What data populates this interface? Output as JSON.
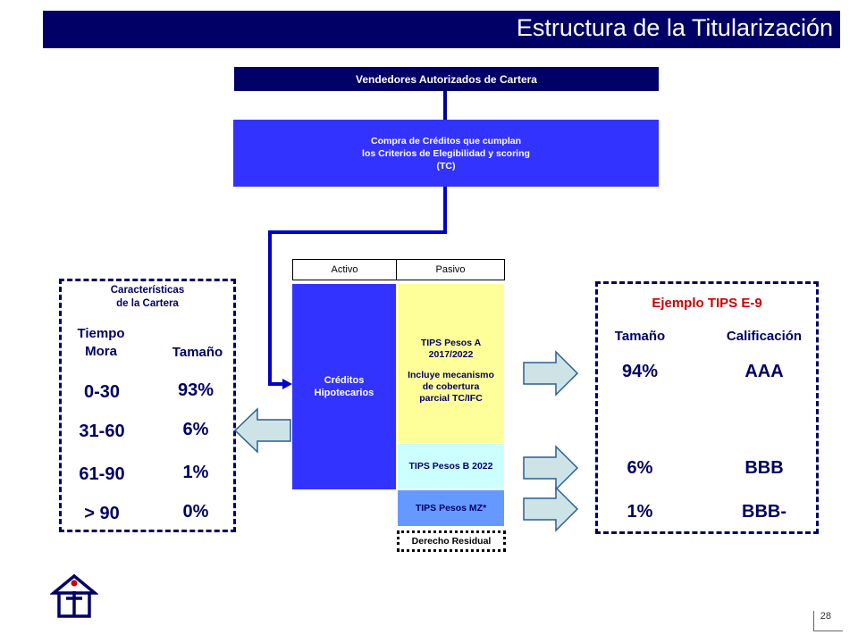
{
  "title": "Estructura de la Titularización",
  "vendedores": "Vendedores Autorizados de Cartera",
  "compra": {
    "line1": "Compra de Créditos  que cumplan",
    "line2": "los Criterios de Elegibilidad y scoring",
    "line3": "(TC)"
  },
  "balance": {
    "activo_label": "Activo",
    "pasivo_label": "Pasivo",
    "creditos_line1": "Créditos",
    "creditos_line2": "Hipotecarios",
    "tips_a_line1": "TIPS Pesos A",
    "tips_a_line2": "2017/2022",
    "tips_a_line3": "Incluye mecanismo",
    "tips_a_line4": "de cobertura",
    "tips_a_line5": "parcial TC/IFC",
    "tips_b": "TIPS Pesos B 2022",
    "tips_mz": "TIPS Pesos MZ*",
    "residual": "Derecho Residual"
  },
  "caracteristicas": {
    "title_line1": "Características",
    "title_line2": "de la Cartera",
    "col1_line1": "Tiempo",
    "col1_line2": "Mora",
    "col2": "Tamaño",
    "rows": [
      {
        "mora": "0-30",
        "tamano": "93%"
      },
      {
        "mora": "31-60",
        "tamano": "6%"
      },
      {
        "mora": "61-90",
        "tamano": "1%"
      },
      {
        "mora": "> 90",
        "tamano": "0%"
      }
    ]
  },
  "ejemplo": {
    "title": "Ejemplo TIPS E-9",
    "col1": "Tamaño",
    "col2": "Calificación",
    "rows": [
      {
        "tamano": "94%",
        "calificacion": "AAA"
      },
      {
        "tamano": "6%",
        "calificacion": "BBB"
      },
      {
        "tamano": "1%",
        "calificacion": "BBB-"
      }
    ]
  },
  "page_number": "28",
  "colors": {
    "navy": "#000066",
    "blue": "#3333ff",
    "tips_a": "#ffff99",
    "tips_b": "#ccffff",
    "tips_mz": "#6699ff",
    "arrow_fill": "#cde3e6",
    "ejemplo_title": "#cc0000"
  }
}
